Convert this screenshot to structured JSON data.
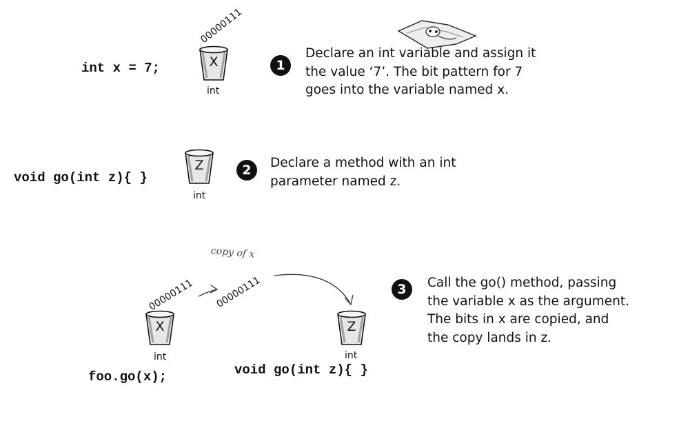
{
  "step1": {
    "code": "int x = 7;",
    "cup_var": "X",
    "cup_type": "int",
    "bits": "00000111",
    "badge": "1",
    "note": [
      "Declare an int variable and assign it",
      "the value ‘7’. The bit pattern for 7",
      "goes into the variable named x."
    ]
  },
  "step2": {
    "code": "void go(int z){ }",
    "cup_var": "Z",
    "cup_type": "int",
    "badge": "2",
    "note": [
      "Declare a method with an int",
      "parameter named z."
    ]
  },
  "step3": {
    "caller_code": "foo.go(x);",
    "method_code": "void go(int z){ }",
    "cup_x_var": "X",
    "cup_x_type": "int",
    "cup_z_var": "Z",
    "cup_z_type": "int",
    "bits_original": "00000111",
    "bits_copy": "00000111",
    "copy_label": "copy of x",
    "badge": "3",
    "note": [
      "Call the go() method, passing",
      "the variable x as the argument.",
      "The bits in x are copied, and",
      "the copy lands in z."
    ]
  },
  "colors": {
    "ink": "#111111",
    "cup_fill": "#e6e6e6",
    "cup_shade": "#9a9a9a",
    "badge": "#111111"
  }
}
